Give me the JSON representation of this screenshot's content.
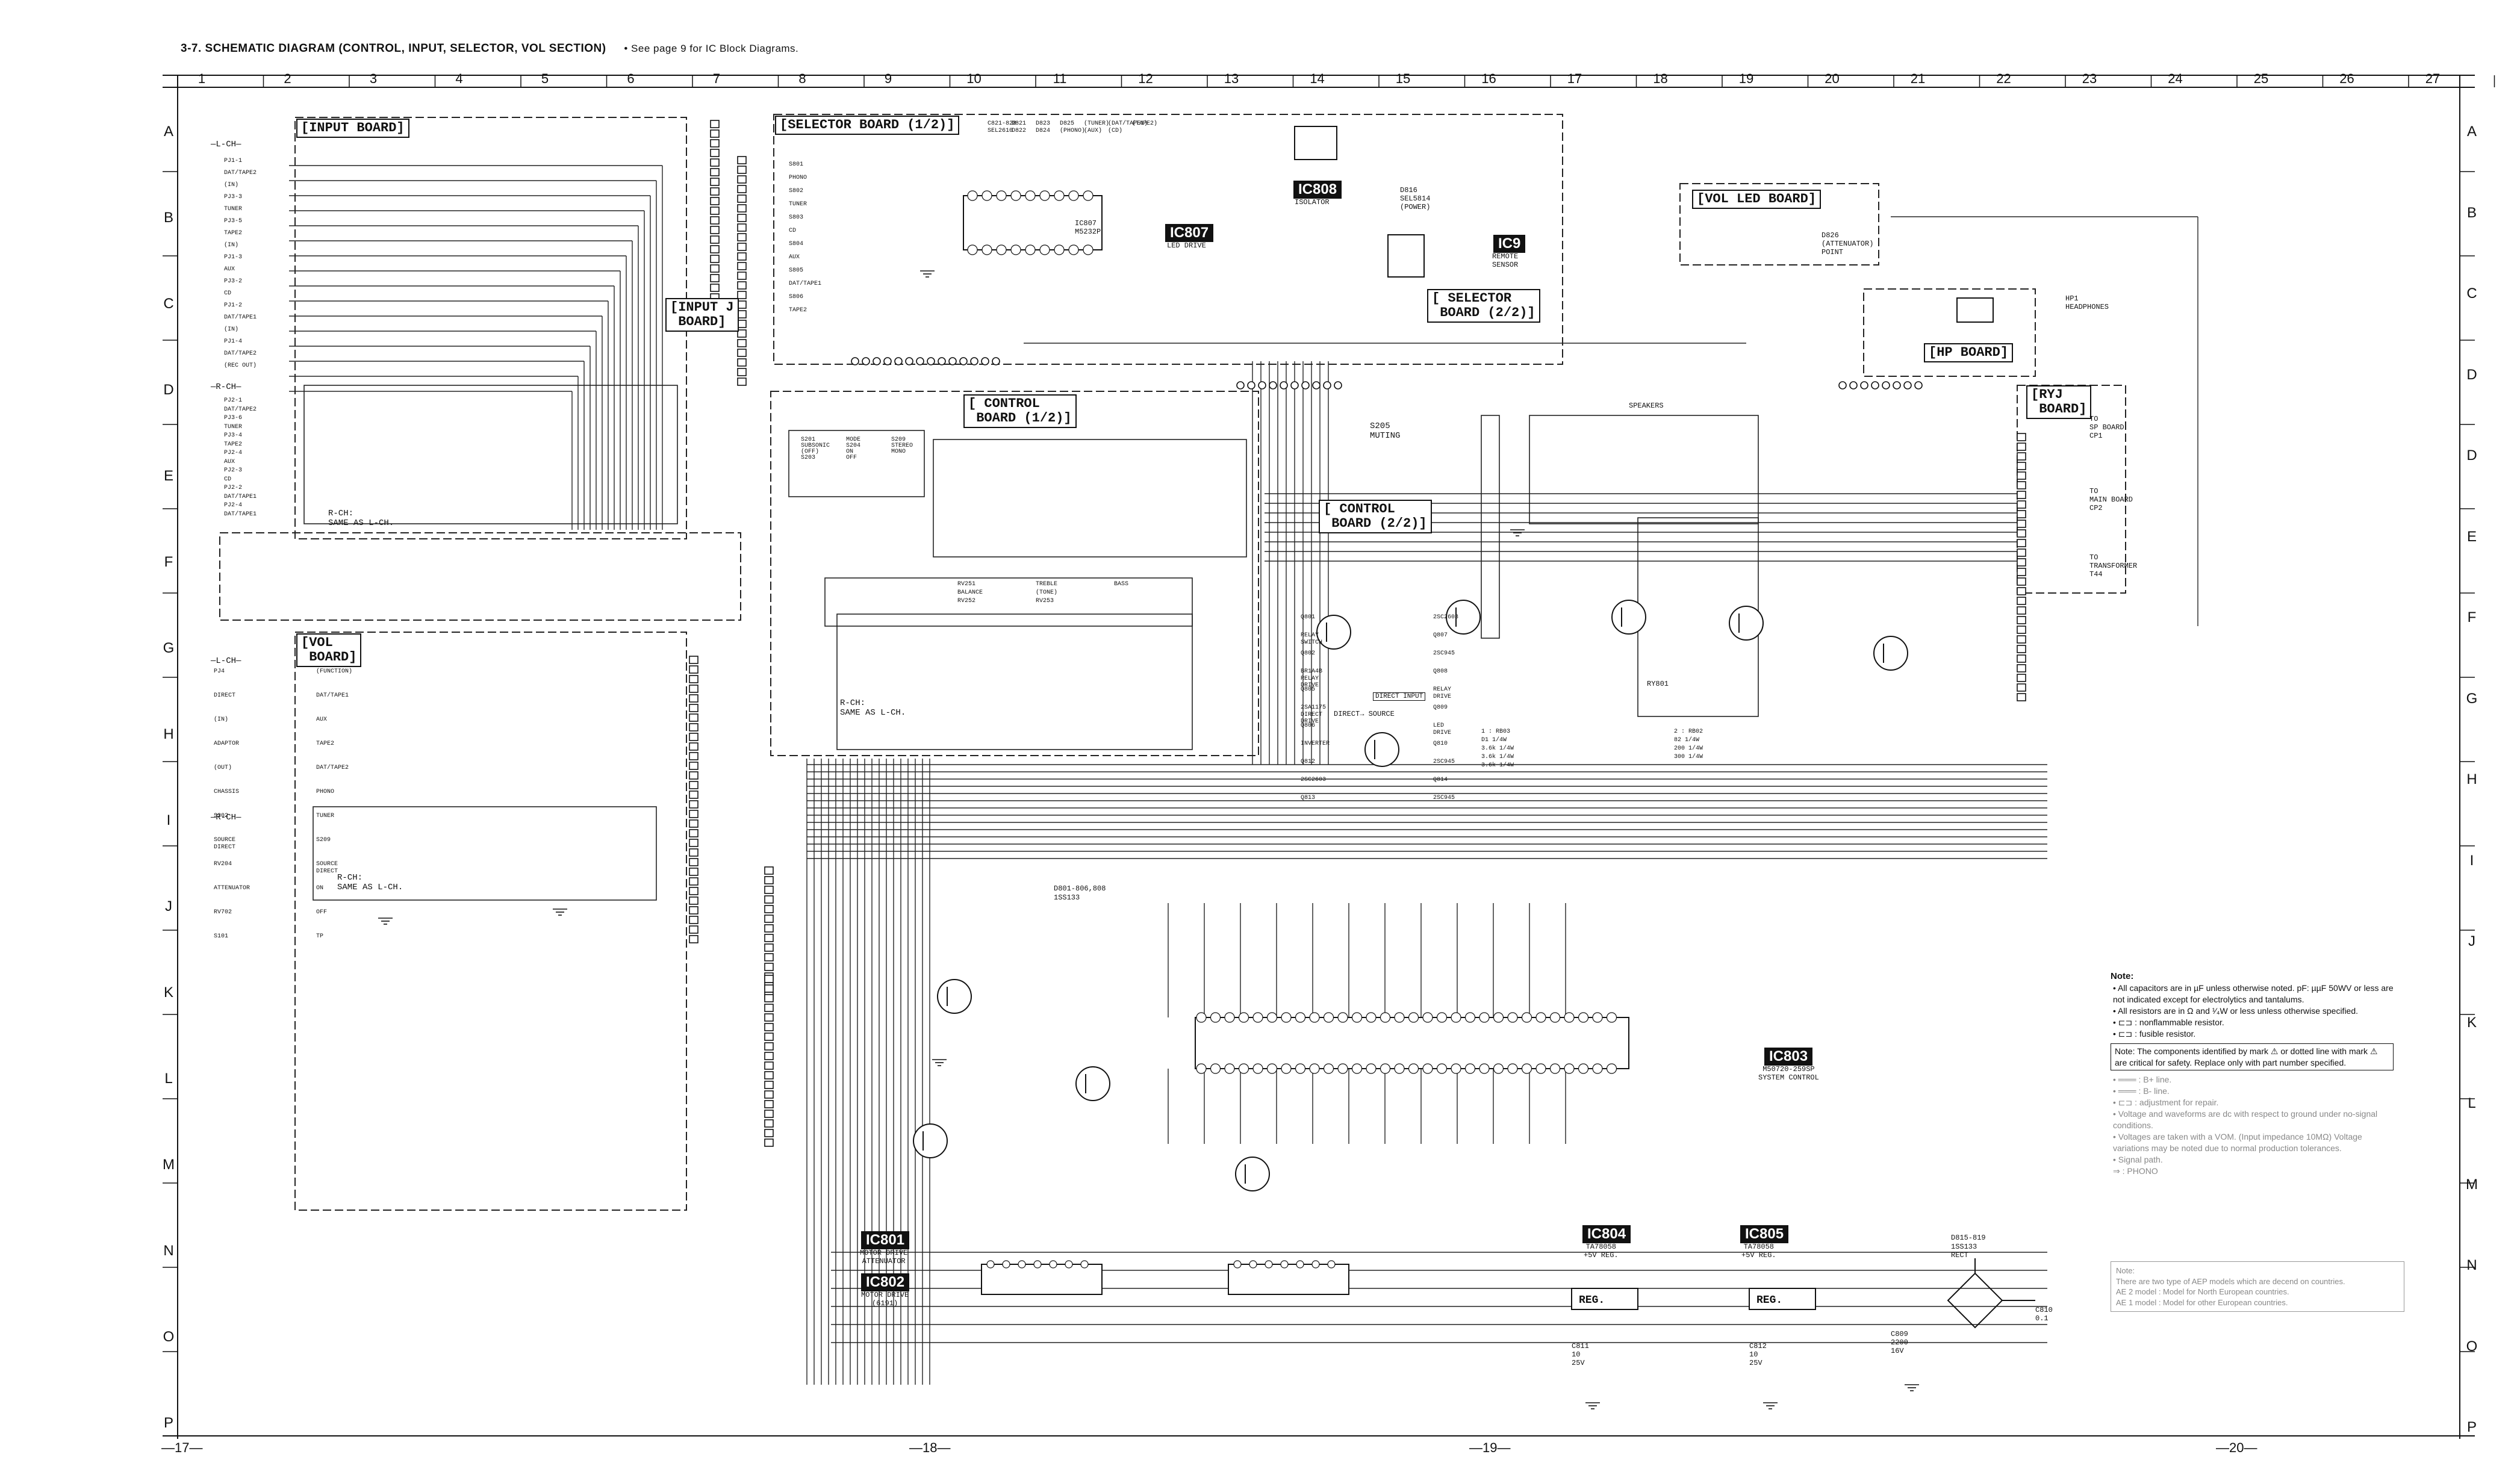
{
  "title": {
    "main": "3-7.  SCHEMATIC DIAGRAM (CONTROL, INPUT, SELECTOR, VOL  SECTION)",
    "note": "•  See page 9 for IC Block Diagrams."
  },
  "grid": {
    "columns": [
      "1",
      "2",
      "3",
      "4",
      "5",
      "6",
      "7",
      "8",
      "9",
      "10",
      "11",
      "12",
      "13",
      "14",
      "15",
      "16",
      "17",
      "18",
      "19",
      "20",
      "21",
      "22",
      "23",
      "24",
      "25",
      "26",
      "27"
    ],
    "rows": [
      "A",
      "B",
      "C",
      "D",
      "E",
      "F",
      "G",
      "H",
      "I",
      "J",
      "K",
      "L",
      "M",
      "N",
      "O",
      "P"
    ],
    "right_rows": [
      "A",
      "B",
      "C",
      "D",
      "D",
      "E",
      "F",
      "G",
      "H",
      "I",
      "J",
      "K",
      "L",
      "M",
      "N",
      "O",
      "P"
    ]
  },
  "page_numbers": [
    "—17—",
    "—18—",
    "—19—",
    "—20—"
  ],
  "boards": {
    "input": "[INPUT BOARD]",
    "input_j": "[INPUT J\n BOARD]",
    "selector_1": "[SELECTOR BOARD (1/2)]",
    "selector_2": "[ SELECTOR\n BOARD (2/2)]",
    "control_1": "[ CONTROL\n BOARD (1/2)]",
    "control_2": "[ CONTROL\n BOARD (2/2)]",
    "vol": "[VOL\n BOARD]",
    "vol_led": "[VOL LED BOARD]",
    "hp": "[HP BOARD]",
    "ryj": "[RYJ\n BOARD]"
  },
  "ic_badges": {
    "ic807": {
      "name": "IC807",
      "sub": "LED DRIVE"
    },
    "ic808": {
      "name": "IC808",
      "sub": "ISOLATOR"
    },
    "ic9": {
      "name": "IC9",
      "sub": "REMOTE\nSENSOR"
    },
    "ic803": {
      "name": "IC803",
      "sub": "M50720-259SP\nSYSTEM CONTROL"
    },
    "ic801": {
      "name": "IC801",
      "sub": "MOTOR DRIVE\nATTENUATOR"
    },
    "ic802": {
      "name": "IC802",
      "sub": "MOTOR DRIVE\n(6191)"
    },
    "ic804": {
      "name": "IC804",
      "sub": "TA78058\n+5V REG."
    },
    "ic805": {
      "name": "IC805",
      "sub": "TA78058\n+5V REG."
    }
  },
  "labels": {
    "l_ch_top": "—L-CH—",
    "r_ch_top": "—R-CH—",
    "l_ch_vol": "—L-CH—",
    "r_ch_vol": "—R-CH—",
    "r_ch_same_input": "R-CH:\nSAME AS L-CH.",
    "r_ch_same_control": "R-CH:\nSAME AS L-CH.",
    "r_ch_same_vol": "R-CH:\nSAME AS L-CH.",
    "jacks_input": [
      "PJ1-1",
      "DAT/TAPE2",
      "(IN)",
      "PJ3-3",
      "TUNER",
      "PJ3-5",
      "TAPE2",
      "(IN)",
      "PJ1-3",
      "AUX",
      "PJ3-2",
      "CD",
      "PJ1-2",
      "DAT/TAPE1",
      "(IN)",
      "PJ1-4",
      "DAT/TAPE2",
      "(REC OUT)"
    ],
    "jacks_input_r": [
      "PJ2-1",
      "DAT/TAPE2",
      "PJ3-6",
      "TUNER",
      "PJ3-4",
      "TAPE2",
      "PJ2-4",
      "AUX",
      "PJ2-3",
      "CD",
      "PJ2-2",
      "DAT/TAPE1",
      "PJ2-4",
      "DAT/TAPE1"
    ],
    "selector_sw": [
      "S801",
      "PHONO",
      "S802",
      "TUNER",
      "S803",
      "CD",
      "S804",
      "AUX",
      "S805",
      "DAT/TAPE1",
      "S806",
      "TAPE2"
    ],
    "control_sw": [
      "S201",
      "SUBSONIC",
      "(OFF)",
      "S203",
      "MODE",
      "S204",
      "ON",
      "OFF",
      "S209",
      "STEREO",
      "MONO"
    ],
    "muting": "S205\nMUTING",
    "tone": [
      "RV251",
      "BALANCE",
      "RV252",
      "TREBLE",
      "(TONE)",
      "RV253",
      "BASS"
    ],
    "vol_parts": [
      "PJ4",
      "DIRECT",
      "(IN)",
      "ADAPTOR",
      "(OUT)",
      "CHASSIS",
      "S202",
      "SOURCE\nDIRECT",
      "RV204",
      "ATTENUATOR",
      "RV702",
      "S101",
      "(FUNCTION)",
      "DAT/TAPE1",
      "AUX",
      "TAPE2",
      "DAT/TAPE2",
      "PHONO",
      "TUNER",
      "S209",
      "SOURCE\nDIRECT",
      "ON",
      "OFF",
      "TP"
    ],
    "ryj_out": [
      "TO\nSP BOARD\nCP1",
      "TO\nMAIN BOARD\nCP2",
      "TO\nTRANSFORMER\nT44"
    ],
    "hp_out": "HP1\nHEADPHONES",
    "vol_led_text": "D826\n(ATTENUATOR)\nPOINT",
    "selector_ic": "IC807\nM5232P",
    "sw_flags": [
      "1 : RB03",
      "D1 1/4W",
      "3.6k 1/4W",
      "3.6k 1/4W",
      "3.6k 1/4W",
      "2 : RB02",
      "82 1/4W",
      "200 1/4W",
      "300 1/4W"
    ],
    "q_parts": [
      "Q801",
      "RELAY\nSWITCH",
      "Q802",
      "BR1A4B\nRELAY\nDRIVE",
      "Q805",
      "2SA1175\nDIRECT\nDRIVE",
      "Q806",
      "INVERTER",
      "Q812",
      "2SC2603",
      "Q813",
      "2SC2603",
      "Q807",
      "2SC945",
      "Q808",
      "RELAY\nDRIVE",
      "Q809",
      "LED\nDRIVE",
      "Q810",
      "2SC945",
      "Q814",
      "2SC945"
    ],
    "diodes": [
      "D801-806,808",
      "1SS133",
      "D815-819",
      "1SS133\nRECT"
    ],
    "regs": [
      "IC804",
      "REG.",
      "IC805",
      "REG."
    ],
    "caps": [
      "C811\n10\n25V",
      "C812\n10\n25V",
      "C809\n2200\n16V",
      "C810\n0.1"
    ],
    "sensor": "D816\nSEL5814\n(POWER)",
    "ic_row": [
      "C821-828",
      "SEL2610",
      "D821",
      "D822",
      "D823",
      "D824",
      "D825",
      "(PHONO)",
      "(TUNER)",
      "(AUX)",
      "(DAT/TAPE1)",
      "(CD)",
      "(TAPE2)"
    ],
    "speakers": "SPEAKERS",
    "relay": "RY801",
    "direct_source": "DIRECT→ SOURCE",
    "direct_label": "DIRECT INPUT"
  },
  "notes": {
    "heading": "Note:",
    "items": [
      "•  All capacitors are in µF unless otherwise noted. pF: µµF 50WV or less are not indicated except for electrolytics and tantalums.",
      "•  All resistors are in Ω and ¹⁄₄W or less unless otherwise specified.",
      "•  ⊏⊐ : nonflammable resistor.",
      "•  ⊏⊐ : fusible resistor."
    ],
    "critical": "Note: The components identified by mark ⚠ or dotted line with mark ⚠ are critical for safety. Replace only with part number specified.",
    "grey_items": [
      "•  ═══ : B+ line.",
      "•  ═══ : B- line.",
      "•  ⊏⊐ : adjustment for repair.",
      "•  Voltage and waveforms are dc with respect to ground under no-signal conditions.",
      "•  Voltages are taken with a VOM. (Input impedance 10MΩ) Voltage variations may be noted due to normal production tolerances.",
      "•  Signal path.",
      "   ⇒ : PHONO"
    ],
    "models": [
      "Note:",
      "There are two type of AEP models which are decend on countries.",
      "AE 2 model : Model for North European countries.",
      "AE 1 model : Model for other European countries."
    ]
  }
}
